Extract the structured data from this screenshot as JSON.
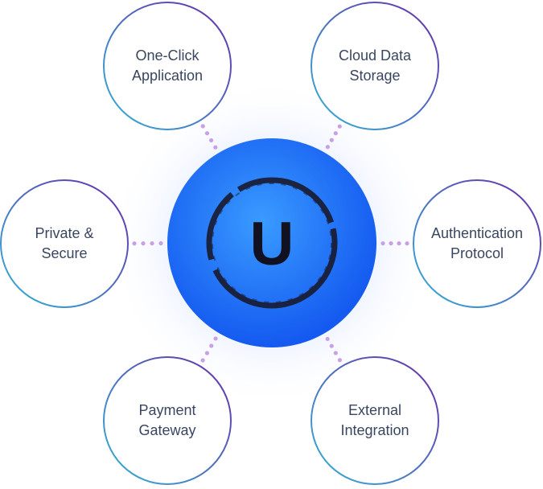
{
  "center": {
    "letter": "U",
    "colors": {
      "fill_light": "#2f8dff",
      "fill_dark": "#1459f0",
      "ring": "#1a1a2e",
      "letter": "#111122"
    }
  },
  "nodes": [
    {
      "id": "one-click-application",
      "lines": [
        "One-Click",
        "Application"
      ]
    },
    {
      "id": "cloud-data-storage",
      "lines": [
        "Cloud Data",
        "Storage"
      ]
    },
    {
      "id": "private-secure",
      "lines": [
        "Private &",
        "Secure"
      ]
    },
    {
      "id": "authentication-protocol",
      "lines": [
        "Authentication",
        "Protocol"
      ]
    },
    {
      "id": "payment-gateway",
      "lines": [
        "Payment",
        "Gateway"
      ]
    },
    {
      "id": "external-integration",
      "lines": [
        "External",
        "Integration"
      ]
    }
  ],
  "colors": {
    "circle_gradient_start": "#34b3d6",
    "circle_gradient_end": "#6a2ca8",
    "connector_dots": "#c9a0e6",
    "text": "#3a4660"
  }
}
